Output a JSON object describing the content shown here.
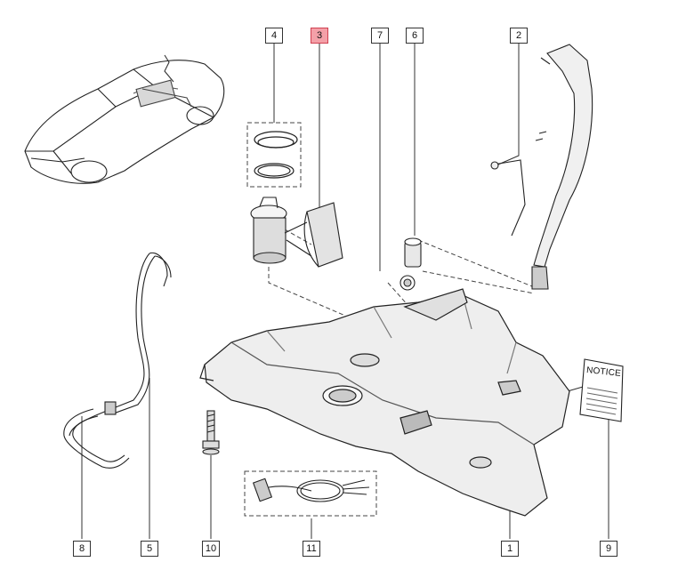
{
  "callouts": [
    {
      "id": "1",
      "label": "1",
      "highlighted": false
    },
    {
      "id": "2",
      "label": "2",
      "highlighted": false
    },
    {
      "id": "3",
      "label": "3",
      "highlighted": true
    },
    {
      "id": "4",
      "label": "4",
      "highlighted": false
    },
    {
      "id": "5",
      "label": "5",
      "highlighted": false
    },
    {
      "id": "6",
      "label": "6",
      "highlighted": false
    },
    {
      "id": "7",
      "label": "7",
      "highlighted": false
    },
    {
      "id": "8",
      "label": "8",
      "highlighted": false
    },
    {
      "id": "9",
      "label": "9",
      "highlighted": false
    },
    {
      "id": "10",
      "label": "10",
      "highlighted": false
    },
    {
      "id": "11",
      "label": "11",
      "highlighted": false
    }
  ],
  "notice_booklet": {
    "title": "NOTICE"
  },
  "colors": {
    "highlight": "#f4a0a8",
    "highlight_border": "#d04050",
    "line": "#333333"
  }
}
